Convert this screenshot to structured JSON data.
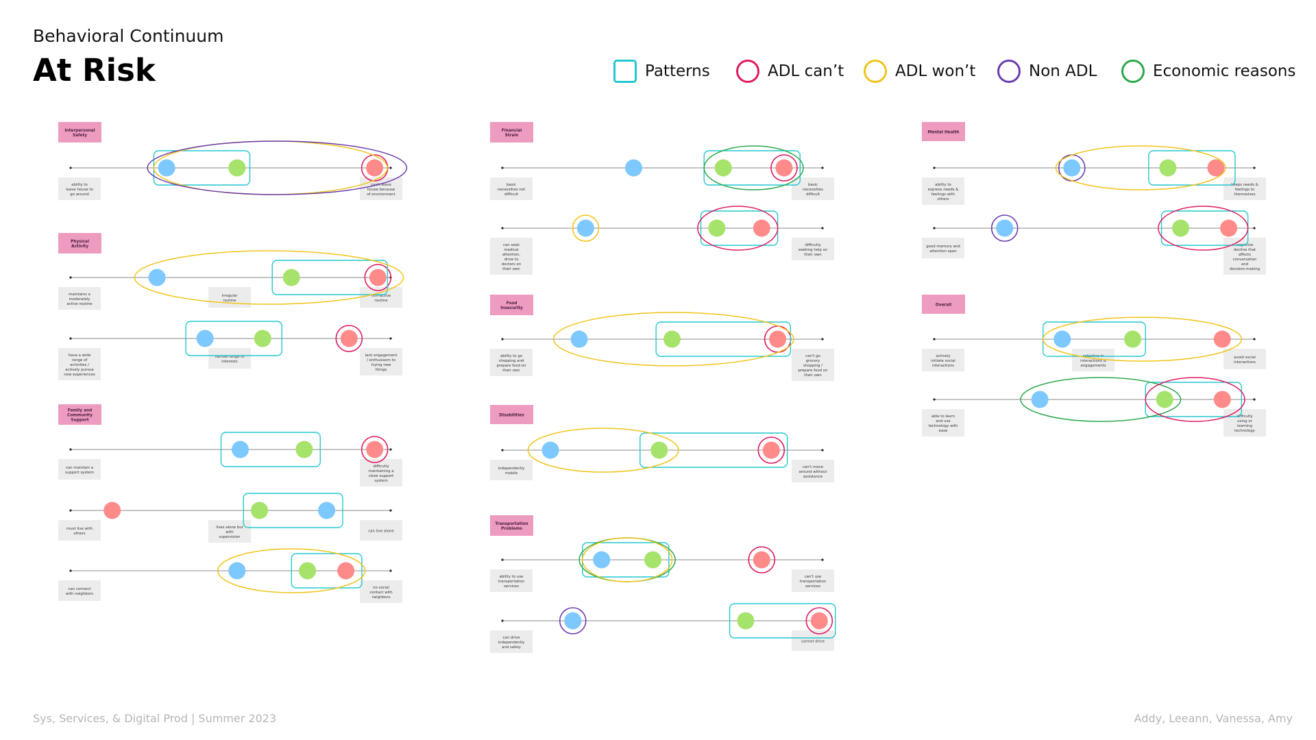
{
  "header": {
    "subtitle": "Behavioral Continuum",
    "title": "At Risk"
  },
  "legend": [
    {
      "label": "Patterns",
      "shape": "square",
      "color": "#22c7cf"
    },
    {
      "label": "ADL can’t",
      "shape": "circle",
      "color": "#e0185f"
    },
    {
      "label": "ADL won’t",
      "shape": "circle",
      "color": "#f2c318"
    },
    {
      "label": "Non ADL",
      "shape": "circle",
      "color": "#6a3cae"
    },
    {
      "label": "Economic reasons",
      "shape": "circle",
      "color": "#2aa84a"
    }
  ],
  "colors": {
    "blue": "#7cc8ff",
    "green": "#a5e36b",
    "red": "#ff8a8a",
    "category_tag": "#ee9bc0",
    "note_bg": "#ececec",
    "line": "#8a8a8a"
  },
  "columns": [
    {
      "categories": [
        {
          "label": "Interpersonal Safety",
          "rows": [
            {
              "left_note": "ability to leave house to go around",
              "right_note": "can't leave house because of environment",
              "dots": [
                {
                  "color": "blue",
                  "pos": 0.3
                },
                {
                  "color": "green",
                  "pos": 0.52
                },
                {
                  "color": "red",
                  "pos": 0.95,
                  "ring": "can"
                }
              ],
              "groups": [
                {
                  "type": "patterns",
                  "from": 0.26,
                  "to": 0.56
                },
                {
                  "type": "wont",
                  "from": 0.26,
                  "to": 0.99
                },
                {
                  "type": "non",
                  "from": 0.24,
                  "to": 1.05
                }
              ]
            }
          ]
        },
        {
          "label": "Physical Activity",
          "rows": [
            {
              "left_note": "maintains a moderately active routine",
              "mid_note": "irregular routine",
              "right_note": "non-active routine",
              "dots": [
                {
                  "color": "blue",
                  "pos": 0.27
                },
                {
                  "color": "green",
                  "pos": 0.69
                },
                {
                  "color": "red",
                  "pos": 0.96,
                  "ring": "can"
                }
              ],
              "groups": [
                {
                  "type": "patterns",
                  "from": 0.63,
                  "to": 0.99
                },
                {
                  "type": "wont",
                  "from": 0.2,
                  "to": 1.04
                }
              ]
            },
            {
              "left_note": "have a wide range of activities / actively pursue new experiences",
              "mid_note": "narrow range of interests",
              "right_note": "lack engagement / enthusiasm to trying new things",
              "dots": [
                {
                  "color": "blue",
                  "pos": 0.42
                },
                {
                  "color": "green",
                  "pos": 0.6
                },
                {
                  "color": "red",
                  "pos": 0.87,
                  "ring": "can"
                }
              ],
              "groups": [
                {
                  "type": "patterns",
                  "from": 0.36,
                  "to": 0.66
                }
              ]
            }
          ]
        },
        {
          "label": "Family and Community Support",
          "rows": [
            {
              "left_note": "can maintain a support system",
              "right_note": "difficulty maintaining a close support system",
              "dots": [
                {
                  "color": "blue",
                  "pos": 0.53
                },
                {
                  "color": "green",
                  "pos": 0.73
                },
                {
                  "color": "red",
                  "pos": 0.95,
                  "ring": "can"
                }
              ],
              "groups": [
                {
                  "type": "patterns",
                  "from": 0.47,
                  "to": 0.78
                }
              ]
            },
            {
              "left_note": "must live with others",
              "mid_note": "lives alone but with supervision",
              "right_note": "can live alone",
              "dots": [
                {
                  "color": "red",
                  "pos": 0.13
                },
                {
                  "color": "green",
                  "pos": 0.59
                },
                {
                  "color": "blue",
                  "pos": 0.8
                }
              ],
              "groups": [
                {
                  "type": "patterns",
                  "from": 0.54,
                  "to": 0.85
                }
              ]
            },
            {
              "left_note": "can connect with neighbors",
              "right_note": "no social contact with neighbors",
              "dots": [
                {
                  "color": "blue",
                  "pos": 0.52
                },
                {
                  "color": "green",
                  "pos": 0.74
                },
                {
                  "color": "red",
                  "pos": 0.86
                }
              ],
              "groups": [
                {
                  "type": "patterns",
                  "from": 0.69,
                  "to": 0.91
                },
                {
                  "type": "wont",
                  "from": 0.46,
                  "to": 0.92
                }
              ]
            }
          ]
        }
      ]
    },
    {
      "categories": [
        {
          "label": "Financial Strain",
          "rows": [
            {
              "left_note": "basic necessities not difficult",
              "right_note": "basic necessities difficult",
              "dots": [
                {
                  "color": "blue",
                  "pos": 0.41
                },
                {
                  "color": "green",
                  "pos": 0.69
                },
                {
                  "color": "red",
                  "pos": 0.88,
                  "ring": "can"
                }
              ],
              "groups": [
                {
                  "type": "patterns",
                  "from": 0.63,
                  "to": 0.93
                },
                {
                  "type": "econ",
                  "from": 0.63,
                  "to": 0.94
                }
              ]
            },
            {
              "left_note": "can seek medical attention, drive to doctors on their own",
              "right_note": "difficulty seeking help on their own",
              "dots": [
                {
                  "color": "blue",
                  "pos": 0.26,
                  "ring": "wont"
                },
                {
                  "color": "green",
                  "pos": 0.67
                },
                {
                  "color": "red",
                  "pos": 0.81
                }
              ],
              "groups": [
                {
                  "type": "patterns",
                  "from": 0.62,
                  "to": 0.86
                },
                {
                  "type": "can",
                  "from": 0.61,
                  "to": 0.86
                }
              ]
            }
          ]
        },
        {
          "label": "Food Insecurity",
          "rows": [
            {
              "left_note": "ability to go shopping and prepare food on their own",
              "right_note": "can't go grocery shopping / prepare food on their own",
              "dots": [
                {
                  "color": "blue",
                  "pos": 0.24
                },
                {
                  "color": "green",
                  "pos": 0.53
                },
                {
                  "color": "red",
                  "pos": 0.86,
                  "ring": "can"
                }
              ],
              "groups": [
                {
                  "type": "patterns",
                  "from": 0.48,
                  "to": 0.9
                },
                {
                  "type": "wont",
                  "from": 0.16,
                  "to": 0.91
                }
              ]
            }
          ]
        },
        {
          "label": "Disabilities",
          "rows": [
            {
              "left_note": "independently mobile",
              "right_note": "can't move around without assistance",
              "dots": [
                {
                  "color": "blue",
                  "pos": 0.15
                },
                {
                  "color": "green",
                  "pos": 0.49
                },
                {
                  "color": "red",
                  "pos": 0.84,
                  "ring": "can"
                }
              ],
              "groups": [
                {
                  "type": "patterns",
                  "from": 0.43,
                  "to": 0.89
                },
                {
                  "type": "wont",
                  "from": 0.08,
                  "to": 0.55
                }
              ]
            }
          ]
        },
        {
          "label": "Transportation Problems",
          "rows": [
            {
              "left_note": "ability to use transportation services",
              "right_note": "can't use transportation services",
              "dots": [
                {
                  "color": "blue",
                  "pos": 0.31
                },
                {
                  "color": "green",
                  "pos": 0.47
                },
                {
                  "color": "red",
                  "pos": 0.81,
                  "ring": "can"
                }
              ],
              "groups": [
                {
                  "type": "patterns",
                  "from": 0.25,
                  "to": 0.52
                },
                {
                  "type": "econ",
                  "from": 0.24,
                  "to": 0.54
                },
                {
                  "type": "wont",
                  "from": 0.25,
                  "to": 0.53
                }
              ]
            },
            {
              "left_note": "can drive independently and safely",
              "right_note": "cannot drive",
              "dots": [
                {
                  "color": "blue",
                  "pos": 0.22,
                  "ring": "non"
                },
                {
                  "color": "green",
                  "pos": 0.76
                },
                {
                  "color": "red",
                  "pos": 0.99,
                  "ring": "can"
                }
              ],
              "groups": [
                {
                  "type": "patterns",
                  "from": 0.71,
                  "to": 1.04
                }
              ]
            }
          ]
        }
      ]
    },
    {
      "categories": [
        {
          "label": "Mental Health",
          "rows": [
            {
              "left_note": "ability to express needs & feelings with others",
              "right_note": "keeps needs & feelings to themselves",
              "dots": [
                {
                  "color": "blue",
                  "pos": 0.43,
                  "ring": "non"
                },
                {
                  "color": "green",
                  "pos": 0.73
                },
                {
                  "color": "red",
                  "pos": 0.88
                }
              ],
              "groups": [
                {
                  "type": "patterns",
                  "from": 0.67,
                  "to": 0.94
                },
                {
                  "type": "wont",
                  "from": 0.38,
                  "to": 0.91
                }
              ]
            },
            {
              "left_note": "good memory and attention span",
              "right_note": "cognitive decline that affects conversation and decision-making",
              "dots": [
                {
                  "color": "blue",
                  "pos": 0.22,
                  "ring": "non"
                },
                {
                  "color": "green",
                  "pos": 0.77
                },
                {
                  "color": "red",
                  "pos": 0.92
                }
              ],
              "groups": [
                {
                  "type": "patterns",
                  "from": 0.71,
                  "to": 0.98
                },
                {
                  "type": "can",
                  "from": 0.7,
                  "to": 0.98
                }
              ]
            }
          ]
        },
        {
          "label": "Overall",
          "rows": [
            {
              "left_note": "actively initiate social interactions",
              "mid_note": "selective in interactions & engagements",
              "right_note": "avoid social interactions",
              "dots": [
                {
                  "color": "blue",
                  "pos": 0.4
                },
                {
                  "color": "green",
                  "pos": 0.62
                },
                {
                  "color": "red",
                  "pos": 0.9
                }
              ],
              "groups": [
                {
                  "type": "patterns",
                  "from": 0.34,
                  "to": 0.66
                },
                {
                  "type": "wont",
                  "from": 0.34,
                  "to": 0.96
                }
              ]
            },
            {
              "left_note": "able to learn and use technology with ease",
              "right_note": "difficulty using or learning technology",
              "dots": [
                {
                  "color": "blue",
                  "pos": 0.33
                },
                {
                  "color": "green",
                  "pos": 0.72
                },
                {
                  "color": "red",
                  "pos": 0.9
                }
              ],
              "groups": [
                {
                  "type": "patterns",
                  "from": 0.66,
                  "to": 0.96
                },
                {
                  "type": "econ",
                  "from": 0.27,
                  "to": 0.77
                },
                {
                  "type": "can",
                  "from": 0.66,
                  "to": 0.97
                }
              ]
            }
          ]
        }
      ]
    }
  ],
  "footer": {
    "left": "Sys, Services, & Digital Prod | Summer 2023",
    "right": "Addy, Leeann, Vanessa, Amy"
  }
}
